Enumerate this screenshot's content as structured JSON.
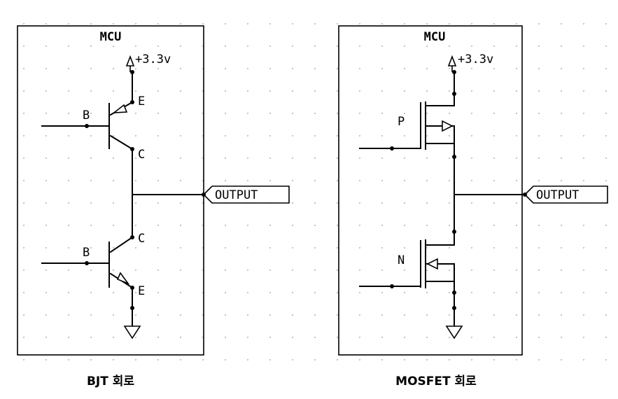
{
  "left_circuit": {
    "title": "MCU",
    "supply": "+3.3v",
    "emitter_top": "E",
    "base_top": "B",
    "collector_top": "C",
    "collector_bottom": "C",
    "base_bottom": "B",
    "emitter_bottom": "E",
    "output": "OUTPUT",
    "caption": "BJT 회로"
  },
  "right_circuit": {
    "title": "MCU",
    "supply": "+3.3v",
    "p_label": "P",
    "n_label": "N",
    "output": "OUTPUT",
    "caption": "MOSFET 회로"
  }
}
